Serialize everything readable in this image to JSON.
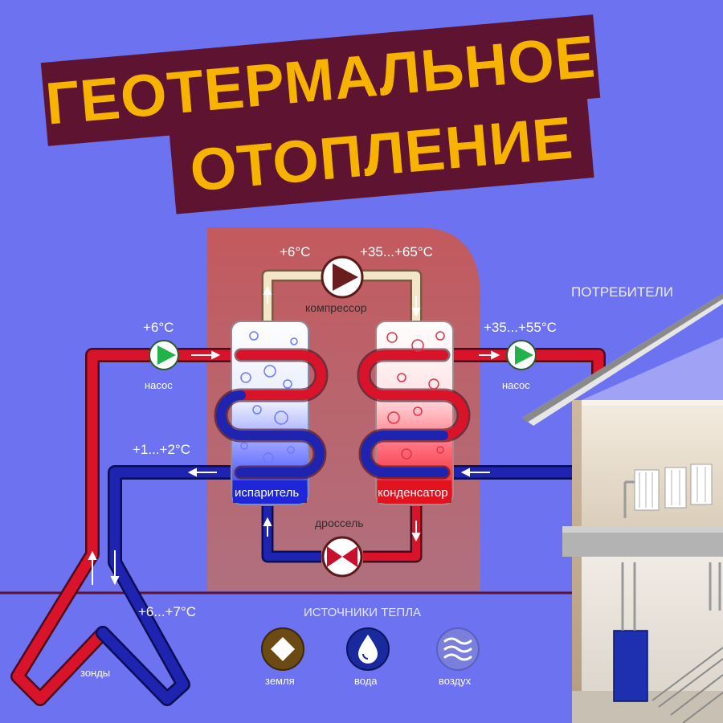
{
  "title": {
    "line1": "ГЕОТЕРМАЛЬНОЕ",
    "line2": "ОТОПЛЕНИЕ"
  },
  "labels": {
    "temp_compressor_in": "+6°С",
    "temp_compressor_out": "+35...+65°С",
    "compressor": "компрессор",
    "consumers": "ПОТРЕБИТЕЛИ",
    "temp_left_pump": "+6°С",
    "temp_right_pump": "+35...+55°С",
    "pump_left": "насос",
    "pump_right": "насос",
    "temp_return_left": "+1...+2°С",
    "evaporator": "испаритель",
    "condenser": "конденсатор",
    "throttle": "дроссель",
    "temp_ground": "+6...+7°С",
    "heat_sources": "ИСТОЧНИКИ ТЕПЛА",
    "probes": "зонды"
  },
  "sources": [
    {
      "label": "земля",
      "icon": "earth-diamond-icon",
      "color": "#6b4a14"
    },
    {
      "label": "вода",
      "icon": "water-drop-icon",
      "color": "#1a2a9c"
    },
    {
      "label": "воздух",
      "icon": "air-waves-icon",
      "color": "#7a7fdc"
    }
  ],
  "colors": {
    "background": "#6d72f0",
    "title_band": "#5e1331",
    "title_text": "#f6b400",
    "hot_pipe": "#d9132a",
    "cold_pipe": "#1e23b0",
    "warm_pipe": "#f2e6c8",
    "pump_green": "#22b24a"
  }
}
